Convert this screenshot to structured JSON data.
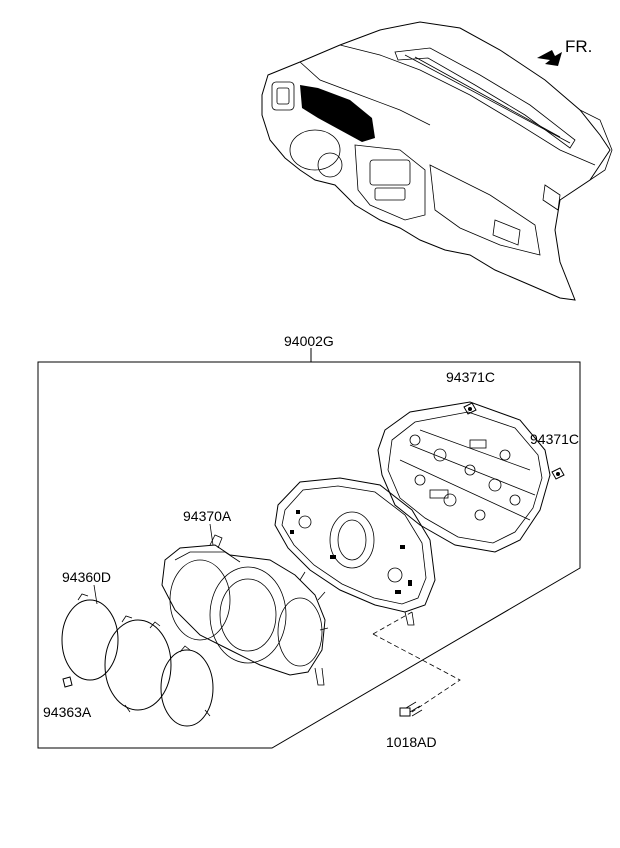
{
  "orientation": {
    "label": "FR."
  },
  "assembly": {
    "part_number": "94002G"
  },
  "parts": {
    "lamp_socket_upper": "94371C",
    "lamp_socket_right": "94371C",
    "cluster_housing": "94370A",
    "cluster_lens": "94360D",
    "clip": "94363A",
    "screw": "1018AD"
  }
}
